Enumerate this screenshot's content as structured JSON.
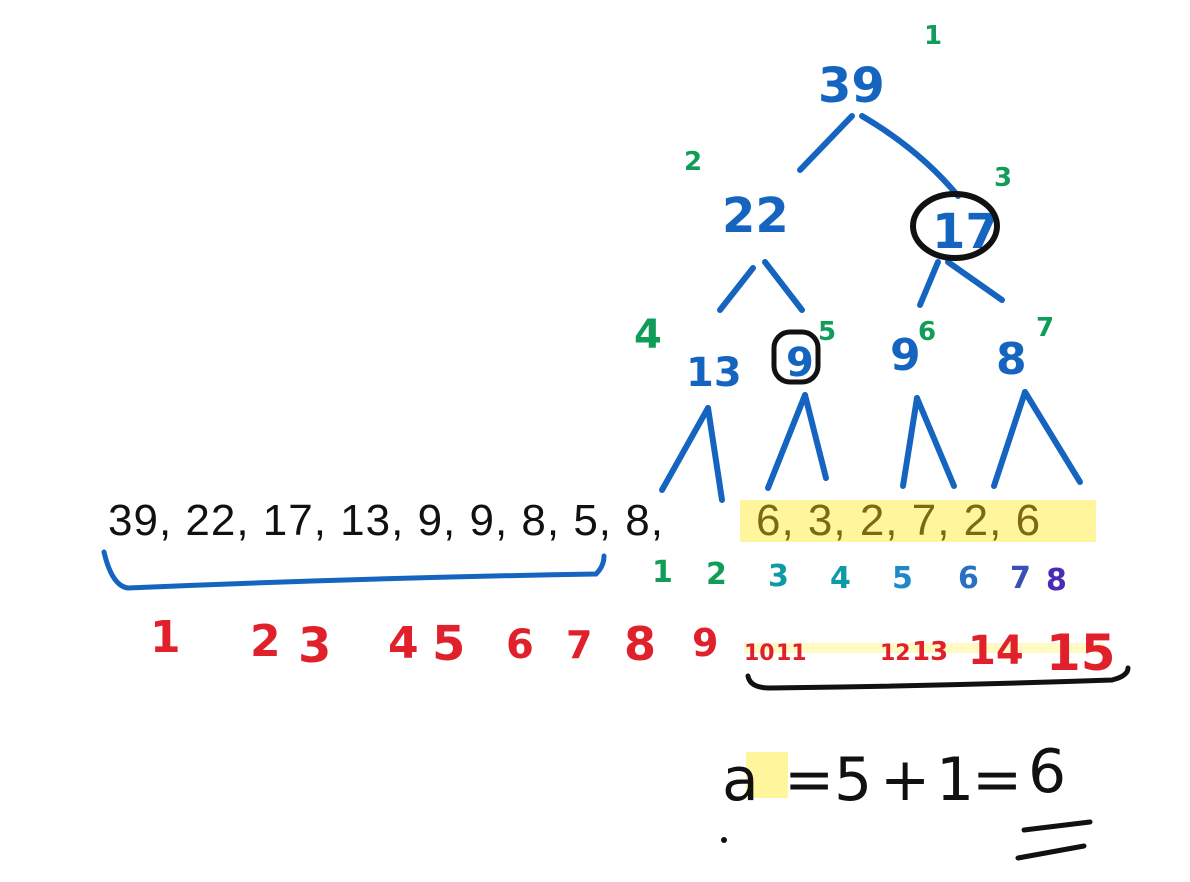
{
  "colors": {
    "tree": "#1565c0",
    "index_green": "#0f9d58",
    "red": "#e0202a",
    "black": "#111111",
    "highlight": "#fff59d",
    "olive": "#7a6a12",
    "teal": "#0e9aa7",
    "purple": "#4a2bb3"
  },
  "tree": {
    "nodes": [
      {
        "id": "n1",
        "value": "39",
        "index": "1"
      },
      {
        "id": "n2",
        "value": "22",
        "index": "2"
      },
      {
        "id": "n3",
        "value": "17",
        "index": "3"
      },
      {
        "id": "n4",
        "value": "13",
        "index": "4"
      },
      {
        "id": "n5",
        "value": "9",
        "index": "5"
      },
      {
        "id": "n6",
        "value": "9",
        "index": "6"
      },
      {
        "id": "n7",
        "value": "8",
        "index": "7"
      }
    ]
  },
  "sequence": {
    "plain": "39, 22, 17, 13, 9, 9, 8, 5, 8,",
    "highlighted": "6, 3, 2, 7, 2, 6"
  },
  "green_labels": [
    "1",
    "2",
    "3",
    "4",
    "5",
    "6",
    "7",
    "8"
  ],
  "red_labels": [
    "1",
    "2",
    "3",
    "4",
    "5",
    "6",
    "7",
    "8",
    "9",
    "10",
    "11",
    "12",
    "13",
    "14",
    "15"
  ],
  "equation": {
    "var": "a",
    "eq1": "=",
    "term1": "5",
    "plus": "+",
    "term2": "1",
    "eq2": "=",
    "result": "6"
  }
}
